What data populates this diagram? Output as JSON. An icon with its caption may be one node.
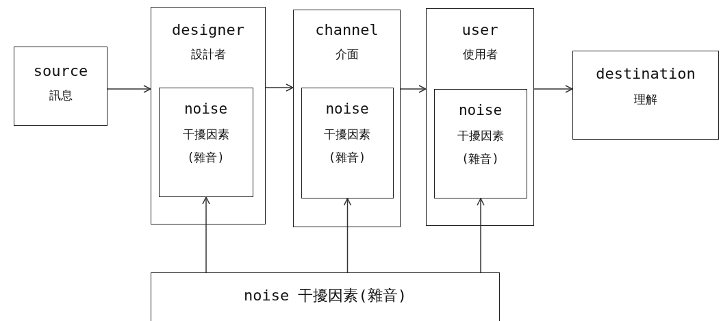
{
  "diagram": {
    "nodes": [
      {
        "text": [
          "source",
          "訊息"
        ]
      },
      {
        "text": [
          "designer",
          "設計者"
        ]
      },
      {
        "text": [
          "noise",
          "干擾因素",
          "(雜音)"
        ],
        "in": 1
      },
      {
        "text": [
          "channel",
          "介面"
        ]
      },
      {
        "text": [
          "noise",
          "干擾因素",
          "(雜音)"
        ],
        "in": 3
      },
      {
        "text": [
          "user",
          "使用者"
        ]
      },
      {
        "text": [
          "noise",
          "干擾因素",
          "(雜音)"
        ],
        "in": 5
      },
      {
        "text": [
          "destination",
          "理解"
        ]
      },
      {
        "text": [
          "noise 干擾因素(雜音)"
        ]
      }
    ],
    "edges": [
      {
        "from": 0,
        "to": 1,
        "arrow": "to"
      },
      {
        "from": 1,
        "to": 3,
        "arrow": "to"
      },
      {
        "from": 3,
        "to": 5,
        "arrow": "to"
      },
      {
        "from": 5,
        "to": 7,
        "arrow": "to"
      },
      {
        "from": 8,
        "to": 2,
        "arrow": "to"
      },
      {
        "from": 8,
        "to": 4,
        "arrow": "to"
      },
      {
        "from": 8,
        "to": 6,
        "arrow": "to"
      }
    ]
  }
}
